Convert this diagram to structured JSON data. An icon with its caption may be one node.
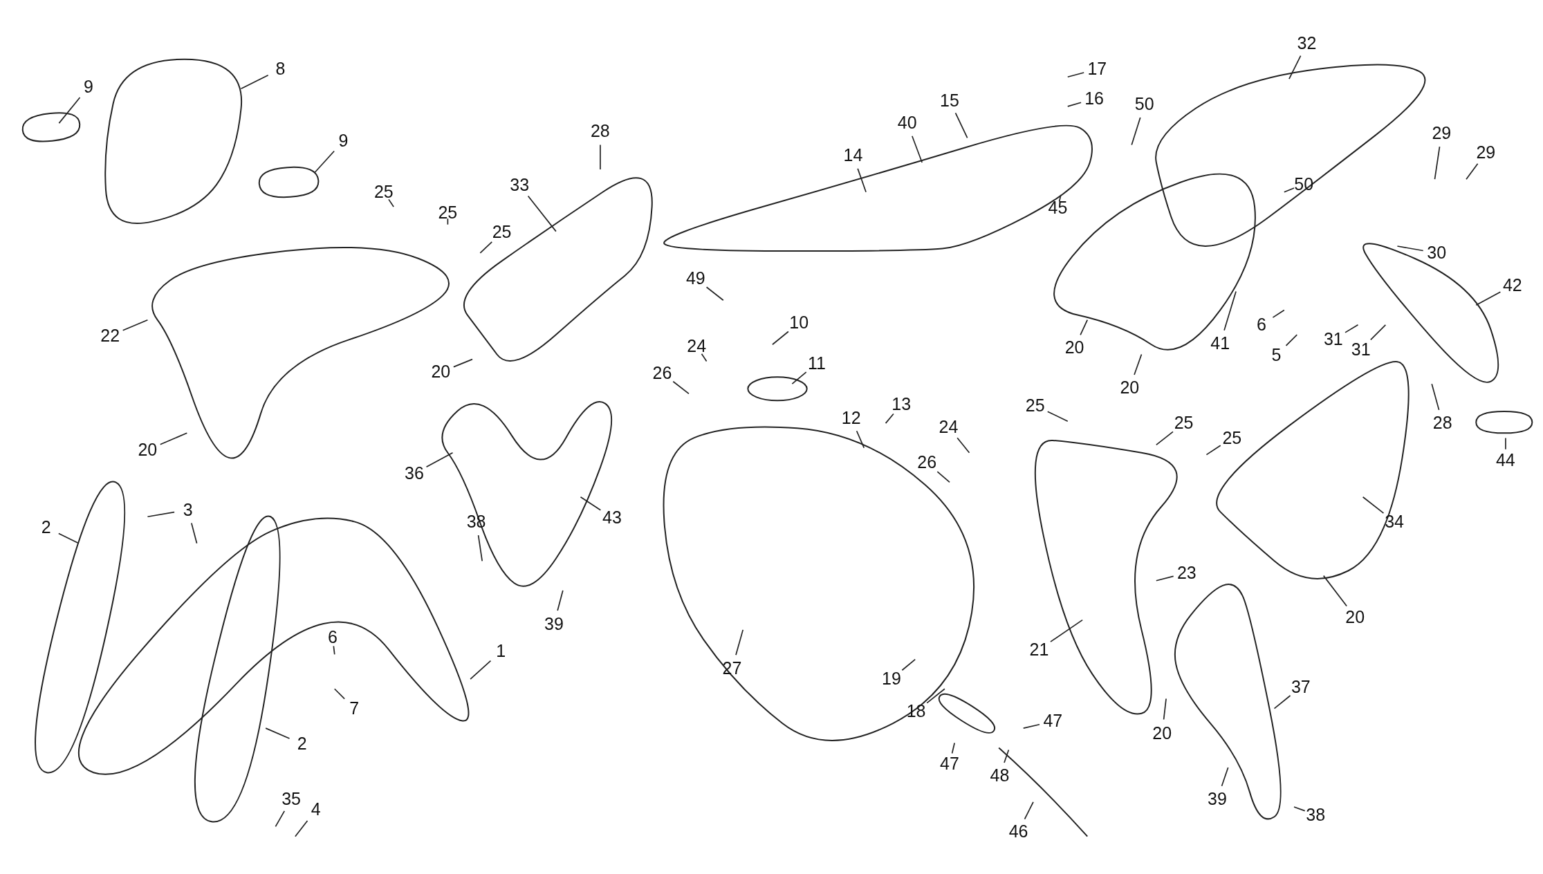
{
  "diagram": {
    "nodes": [
      {
        "text": [
          "9"
        ]
      },
      {
        "text": [
          "8"
        ]
      },
      {
        "text": [
          "32"
        ]
      },
      {
        "text": [
          "17"
        ]
      },
      {
        "text": [
          "16"
        ]
      },
      {
        "text": [
          "15"
        ]
      },
      {
        "text": [
          "40"
        ]
      },
      {
        "text": [
          "50"
        ]
      },
      {
        "text": [
          "9"
        ]
      },
      {
        "text": [
          "28"
        ]
      },
      {
        "text": [
          "14"
        ]
      },
      {
        "text": [
          "29"
        ]
      },
      {
        "text": [
          "29"
        ]
      },
      {
        "text": [
          "50"
        ]
      },
      {
        "text": [
          "33"
        ]
      },
      {
        "text": [
          "25"
        ]
      },
      {
        "text": [
          "25"
        ]
      },
      {
        "text": [
          "25"
        ]
      },
      {
        "text": [
          "45"
        ]
      },
      {
        "text": [
          "30"
        ]
      },
      {
        "text": [
          "49"
        ]
      },
      {
        "text": [
          "42"
        ]
      },
      {
        "text": [
          "10"
        ]
      },
      {
        "text": [
          "6"
        ]
      },
      {
        "text": [
          "22"
        ]
      },
      {
        "text": [
          "5"
        ]
      },
      {
        "text": [
          "31"
        ]
      },
      {
        "text": [
          "31"
        ]
      },
      {
        "text": [
          "41"
        ]
      },
      {
        "text": [
          "20"
        ]
      },
      {
        "text": [
          "24"
        ]
      },
      {
        "text": [
          "11"
        ]
      },
      {
        "text": [
          "20"
        ]
      },
      {
        "text": [
          "26"
        ]
      },
      {
        "text": [
          "20"
        ]
      },
      {
        "text": [
          "13"
        ]
      },
      {
        "text": [
          "12"
        ]
      },
      {
        "text": [
          "24"
        ]
      },
      {
        "text": [
          "25"
        ]
      },
      {
        "text": [
          "25"
        ]
      },
      {
        "text": [
          "25"
        ]
      },
      {
        "text": [
          "28"
        ]
      },
      {
        "text": [
          "20"
        ]
      },
      {
        "text": [
          "44"
        ]
      },
      {
        "text": [
          "26"
        ]
      },
      {
        "text": [
          "36"
        ]
      },
      {
        "text": [
          "3"
        ]
      },
      {
        "text": [
          "43"
        ]
      },
      {
        "text": [
          "2"
        ]
      },
      {
        "text": [
          "38"
        ]
      },
      {
        "text": [
          "34"
        ]
      },
      {
        "text": [
          "23"
        ]
      },
      {
        "text": [
          "39"
        ]
      },
      {
        "text": [
          "6"
        ]
      },
      {
        "text": [
          "20"
        ]
      },
      {
        "text": [
          "21"
        ]
      },
      {
        "text": [
          "1"
        ]
      },
      {
        "text": [
          "27"
        ]
      },
      {
        "text": [
          "19"
        ]
      },
      {
        "text": [
          "37"
        ]
      },
      {
        "text": [
          "7"
        ]
      },
      {
        "text": [
          "18"
        ]
      },
      {
        "text": [
          "47"
        ]
      },
      {
        "text": [
          "20"
        ]
      },
      {
        "text": [
          "2"
        ]
      },
      {
        "text": [
          "47"
        ]
      },
      {
        "text": [
          "48"
        ]
      },
      {
        "text": [
          "35"
        ]
      },
      {
        "text": [
          "4"
        ]
      },
      {
        "text": [
          "46"
        ]
      },
      {
        "text": [
          "39"
        ]
      },
      {
        "text": [
          "38"
        ]
      }
    ],
    "edges": [
      {
        "from": 0,
        "to": null,
        "arrow": "none"
      },
      {
        "from": 1,
        "to": null,
        "arrow": "none"
      },
      {
        "from": 2,
        "to": null,
        "arrow": "none"
      },
      {
        "from": 3,
        "to": null,
        "arrow": "none"
      },
      {
        "from": 4,
        "to": null,
        "arrow": "none"
      },
      {
        "from": 5,
        "to": null,
        "arrow": "none"
      },
      {
        "from": 6,
        "to": null,
        "arrow": "none"
      },
      {
        "from": 7,
        "to": null,
        "arrow": "none"
      },
      {
        "from": 8,
        "to": null,
        "arrow": "none"
      },
      {
        "from": 9,
        "to": null,
        "arrow": "none"
      },
      {
        "from": 10,
        "to": null,
        "arrow": "none"
      },
      {
        "from": 11,
        "to": null,
        "arrow": "none"
      },
      {
        "from": 12,
        "to": null,
        "arrow": "none"
      },
      {
        "from": 13,
        "to": null,
        "arrow": "none"
      },
      {
        "from": 14,
        "to": null,
        "arrow": "none"
      },
      {
        "from": 15,
        "to": null,
        "arrow": "none"
      },
      {
        "from": 16,
        "to": null,
        "arrow": "none"
      },
      {
        "from": 17,
        "to": null,
        "arrow": "none"
      },
      {
        "from": 18,
        "to": null,
        "arrow": "none"
      },
      {
        "from": 19,
        "to": null,
        "arrow": "none"
      },
      {
        "from": 20,
        "to": null,
        "arrow": "none"
      },
      {
        "from": 21,
        "to": null,
        "arrow": "none"
      },
      {
        "from": 22,
        "to": null,
        "arrow": "none"
      },
      {
        "from": 23,
        "to": null,
        "arrow": "none"
      },
      {
        "from": 24,
        "to": null,
        "arrow": "none"
      },
      {
        "from": 25,
        "to": null,
        "arrow": "none"
      },
      {
        "from": 26,
        "to": null,
        "arrow": "none"
      },
      {
        "from": 27,
        "to": null,
        "arrow": "none"
      },
      {
        "from": 28,
        "to": null,
        "arrow": "none"
      },
      {
        "from": 29,
        "to": null,
        "arrow": "none"
      },
      {
        "from": 30,
        "to": null,
        "arrow": "none"
      },
      {
        "from": 31,
        "to": null,
        "arrow": "none"
      },
      {
        "from": 32,
        "to": null,
        "arrow": "none"
      },
      {
        "from": 33,
        "to": null,
        "arrow": "none"
      },
      {
        "from": 34,
        "to": null,
        "arrow": "none"
      },
      {
        "from": 35,
        "to": null,
        "arrow": "none"
      },
      {
        "from": 36,
        "to": null,
        "arrow": "none"
      },
      {
        "from": 37,
        "to": null,
        "arrow": "none"
      },
      {
        "from": 38,
        "to": null,
        "arrow": "none"
      },
      {
        "from": 39,
        "to": null,
        "arrow": "none"
      },
      {
        "from": 40,
        "to": null,
        "arrow": "none"
      },
      {
        "from": 41,
        "to": null,
        "arrow": "none"
      },
      {
        "from": 42,
        "to": null,
        "arrow": "none"
      },
      {
        "from": 43,
        "to": null,
        "arrow": "none"
      },
      {
        "from": 44,
        "to": null,
        "arrow": "none"
      },
      {
        "from": 45,
        "to": null,
        "arrow": "none"
      },
      {
        "from": 46,
        "to": null,
        "arrow": "none"
      },
      {
        "from": 46,
        "to": null,
        "arrow": "none"
      },
      {
        "from": 47,
        "to": null,
        "arrow": "none"
      },
      {
        "from": 48,
        "to": null,
        "arrow": "none"
      },
      {
        "from": 49,
        "to": null,
        "arrow": "none"
      },
      {
        "from": 50,
        "to": null,
        "arrow": "none"
      },
      {
        "from": 51,
        "to": null,
        "arrow": "none"
      },
      {
        "from": 52,
        "to": null,
        "arrow": "none"
      },
      {
        "from": 53,
        "to": null,
        "arrow": "none"
      },
      {
        "from": 54,
        "to": null,
        "arrow": "none"
      },
      {
        "from": 55,
        "to": null,
        "arrow": "none"
      },
      {
        "from": 56,
        "to": null,
        "arrow": "none"
      },
      {
        "from": 57,
        "to": null,
        "arrow": "none"
      },
      {
        "from": 58,
        "to": null,
        "arrow": "none"
      },
      {
        "from": 59,
        "to": null,
        "arrow": "none"
      },
      {
        "from": 60,
        "to": null,
        "arrow": "none"
      },
      {
        "from": 61,
        "to": null,
        "arrow": "none"
      },
      {
        "from": 62,
        "to": null,
        "arrow": "none"
      },
      {
        "from": 63,
        "to": null,
        "arrow": "none"
      },
      {
        "from": 64,
        "to": null,
        "arrow": "none"
      },
      {
        "from": 65,
        "to": null,
        "arrow": "none"
      },
      {
        "from": 66,
        "to": null,
        "arrow": "none"
      },
      {
        "from": 67,
        "to": null,
        "arrow": "none"
      },
      {
        "from": 68,
        "to": null,
        "arrow": "none"
      },
      {
        "from": 69,
        "to": null,
        "arrow": "none"
      },
      {
        "from": 70,
        "to": null,
        "arrow": "none"
      },
      {
        "from": 71,
        "to": null,
        "arrow": "none"
      }
    ]
  }
}
